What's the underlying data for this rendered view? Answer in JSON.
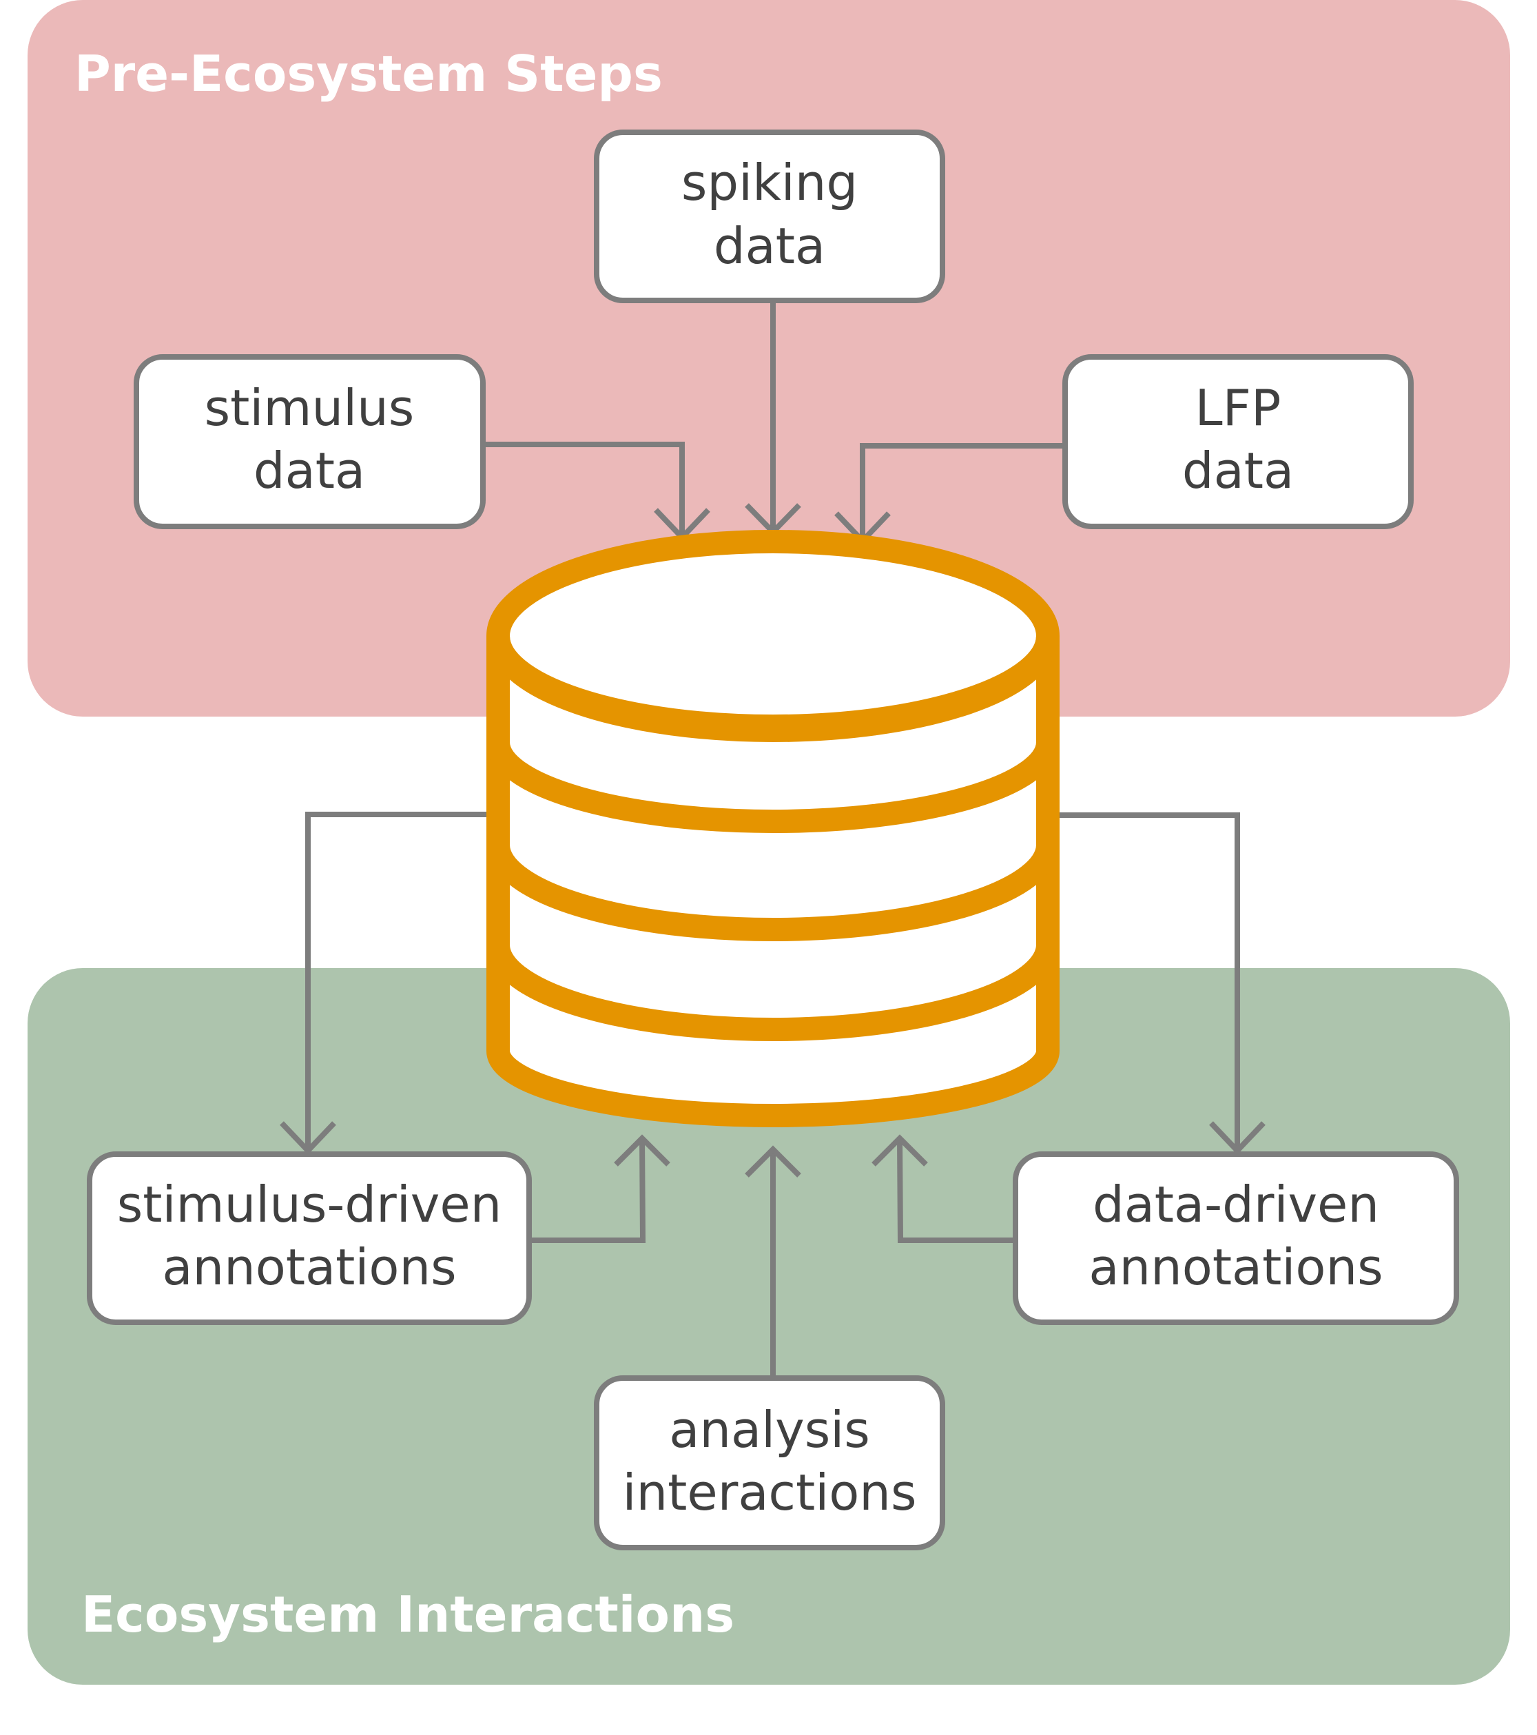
{
  "colors": {
    "pre_region": "#ebb9b9",
    "eco_region": "#adc4ad",
    "node_border": "#7d7d7d",
    "node_text": "#404040",
    "database": "#e59400",
    "region_title": "#ffffff"
  },
  "regions": {
    "pre": {
      "title": "Pre-Ecosystem Steps"
    },
    "eco": {
      "title": "Ecosystem Interactions"
    }
  },
  "nodes": {
    "spiking": {
      "line1": "spiking",
      "line2": "data"
    },
    "stimulus": {
      "line1": "stimulus",
      "line2": "data"
    },
    "lfp": {
      "line1": "LFP",
      "line2": "data"
    },
    "stim_annot": {
      "line1": "stimulus-driven",
      "line2": "annotations"
    },
    "data_annot": {
      "line1": "data-driven",
      "line2": "annotations"
    },
    "analysis": {
      "line1": "analysis",
      "line2": "interactions"
    }
  },
  "icons": {
    "database": "database-cylinder-icon"
  },
  "edges": [
    {
      "from": "stimulus data",
      "to": "database"
    },
    {
      "from": "spiking data",
      "to": "database"
    },
    {
      "from": "LFP data",
      "to": "database"
    },
    {
      "from": "database",
      "to": "stimulus-driven annotations"
    },
    {
      "from": "database",
      "to": "data-driven annotations"
    },
    {
      "from": "stimulus-driven annotations",
      "to": "database"
    },
    {
      "from": "data-driven annotations",
      "to": "database"
    },
    {
      "from": "analysis interactions",
      "to": "database"
    }
  ]
}
